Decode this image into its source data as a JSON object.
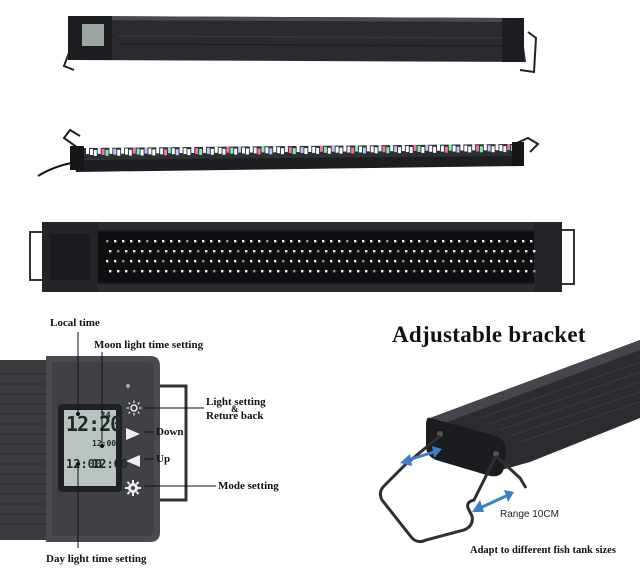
{
  "labels": {
    "local_time": "Local time",
    "moon_light": "Moon light time setting",
    "light_setting_line1": "Light setting",
    "light_setting_amp": "&",
    "light_setting_line2": "Reture back",
    "down": "Down",
    "up": "Up",
    "mode": "Mode setting",
    "day_light": "Day light time setting"
  },
  "bracket": {
    "heading": "Adjustable bracket",
    "range": "Range 10CM",
    "adapt": "Adapt to different fish tank sizes"
  },
  "lcd": {
    "main_time": "12:20",
    "seconds": "34",
    "moon_time": "12:00",
    "day_time": "12:00"
  },
  "colors": {
    "housing": "#2b2b2d",
    "lcd_bg": "#b9c4c0",
    "arrow_blue": "#3a7fc8"
  },
  "icons": [
    "sun-icon",
    "triangle-down-icon",
    "triangle-up-icon",
    "gear-icon"
  ]
}
